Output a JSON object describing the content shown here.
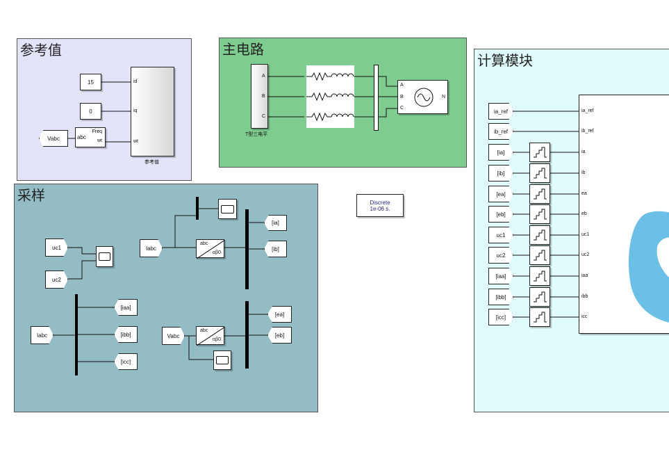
{
  "areas": {
    "reference": {
      "title": "参考值"
    },
    "main_circuit": {
      "title": "主电路"
    },
    "sampling": {
      "title": "采样"
    },
    "compute": {
      "title": "计算模块"
    }
  },
  "reference": {
    "const_15": "15",
    "const_0": "0",
    "from_vabc": "Vabc",
    "pll_in": "abc",
    "pll_out_freq": "Freq",
    "pll_out_wt": "wt",
    "subsys_ports": [
      "id",
      "iq",
      "wt"
    ],
    "subsys_name": "参考值"
  },
  "main_circuit": {
    "inverter_ports": [
      "A",
      "B",
      "C"
    ],
    "inverter_name": "T型三电平",
    "source_ports": [
      "A",
      "B",
      "C"
    ],
    "source_neutral": "N"
  },
  "powergui": {
    "line1": "Discrete",
    "line2": "1e-06 s."
  },
  "sampling": {
    "uc1": "uc1",
    "uc2": "uc2",
    "iabc_top": "Iabc",
    "iabc_bottom": "Iabc",
    "vabc": "Vabc",
    "abc_a": "abc",
    "ab0_a": "αβ0",
    "abc_b": "abc",
    "ab0_b": "αβ0",
    "goto_ia": "[ia]",
    "goto_ib": "[ib]",
    "goto_iaa": "[iaa]",
    "goto_ibb": "[ibb]",
    "goto_icc": "[icc]",
    "goto_ea": "[ea]",
    "goto_eb": "[eb]"
  },
  "compute": {
    "inputs": [
      {
        "from": "ia_ref",
        "port": "ia_ref",
        "zoh": false
      },
      {
        "from": "ib_ref",
        "port": "ib_ref",
        "zoh": false
      },
      {
        "from": "[ia]",
        "port": "ia",
        "zoh": true
      },
      {
        "from": "[ib]",
        "port": "ib",
        "zoh": true
      },
      {
        "from": "[ea]",
        "port": "ea",
        "zoh": true
      },
      {
        "from": "[eb]",
        "port": "eb",
        "zoh": true
      },
      {
        "from": "uc1",
        "port": "uc1",
        "zoh": true
      },
      {
        "from": "uc2",
        "port": "uc2",
        "zoh": true
      },
      {
        "from": "[iaa]",
        "port": "iaa",
        "zoh": true
      },
      {
        "from": "[ibb]",
        "port": "ibb",
        "zoh": true
      },
      {
        "from": "[icc]",
        "port": "icc",
        "zoh": true
      }
    ]
  },
  "colors": {
    "reference_bg": "#e3e3fa",
    "main_bg": "#7fcc90",
    "sampling_bg": "#93bcc4",
    "compute_bg": "#e0fbfb",
    "blob": "#5cb9e6"
  }
}
